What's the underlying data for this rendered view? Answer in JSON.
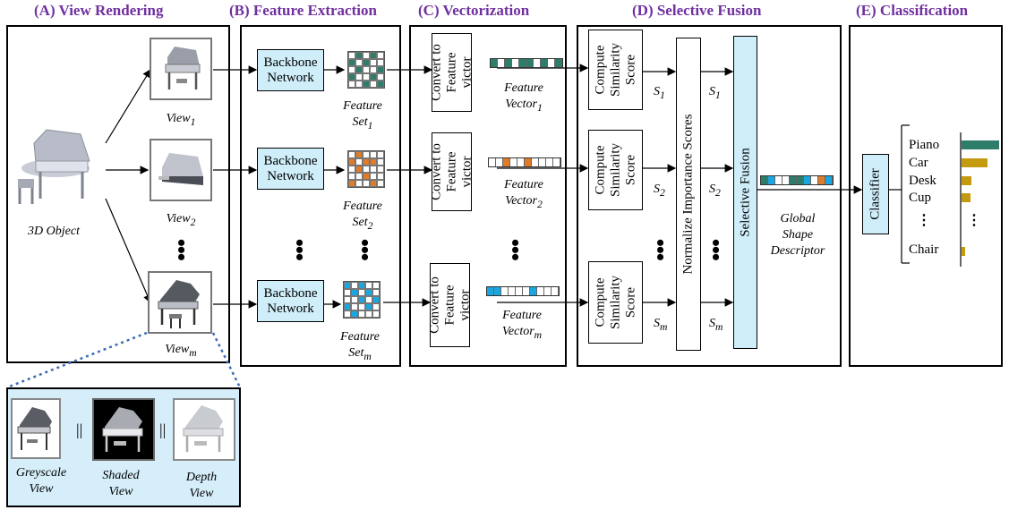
{
  "titles": {
    "a": "(A) View Rendering",
    "b": "(B) Feature Extraction",
    "c": "(C) Vectorization",
    "d": "(D) Selective Fusion",
    "e": "(E) Classification"
  },
  "view_rendering": {
    "object_label": "3D Object",
    "view_base": "View",
    "view_subs": [
      "1",
      "2",
      "m"
    ]
  },
  "feature_extraction": {
    "backbone_label_1": "Backbone",
    "backbone_label_2": "Network",
    "set_word_1": "Feature",
    "set_word_2": "Set",
    "set_subs": [
      "1",
      "2",
      "m"
    ]
  },
  "vectorization": {
    "convert_line_1": "Convert to",
    "convert_line_2": "Feature",
    "convert_line_3": "victor",
    "vec_word_1": "Feature",
    "vec_word_2": "Vector",
    "vec_subs": [
      "1",
      "2",
      "m"
    ]
  },
  "selective_fusion": {
    "compute_line_1": "Compute",
    "compute_line_2": "Similarity",
    "compute_line_3": "Score",
    "score_symbol": "S",
    "score_subs": [
      "1",
      "2",
      "m"
    ],
    "normalize_label": "Normalize Importance Scores",
    "fusion_label": "Selective Fusion",
    "global_line_1": "Global",
    "global_line_2": "Shape",
    "global_line_3": "Descriptor"
  },
  "classification": {
    "classifier_label": "Classifier",
    "classes": [
      "Piano",
      "Car",
      "Desk",
      "Cup",
      "Chair"
    ],
    "scores": [
      0.95,
      0.65,
      0.25,
      0.22,
      0.1
    ],
    "bar_colors": [
      "#2e7d6b",
      "#c49a10",
      "#c49a10",
      "#c49a10",
      "#c49a10"
    ]
  },
  "view_types": {
    "greyscale_1": "Greyscale",
    "greyscale_2": "View",
    "shaded_1": "Shaded",
    "shaded_2": "View",
    "depth_1": "Depth",
    "depth_2": "View",
    "separator": "||"
  },
  "colors": {
    "title": "#7030a0",
    "module_fill": "#cfeefa",
    "green": "#2e7d6b",
    "orange": "#e07b28",
    "blue": "#1aa6e0"
  }
}
